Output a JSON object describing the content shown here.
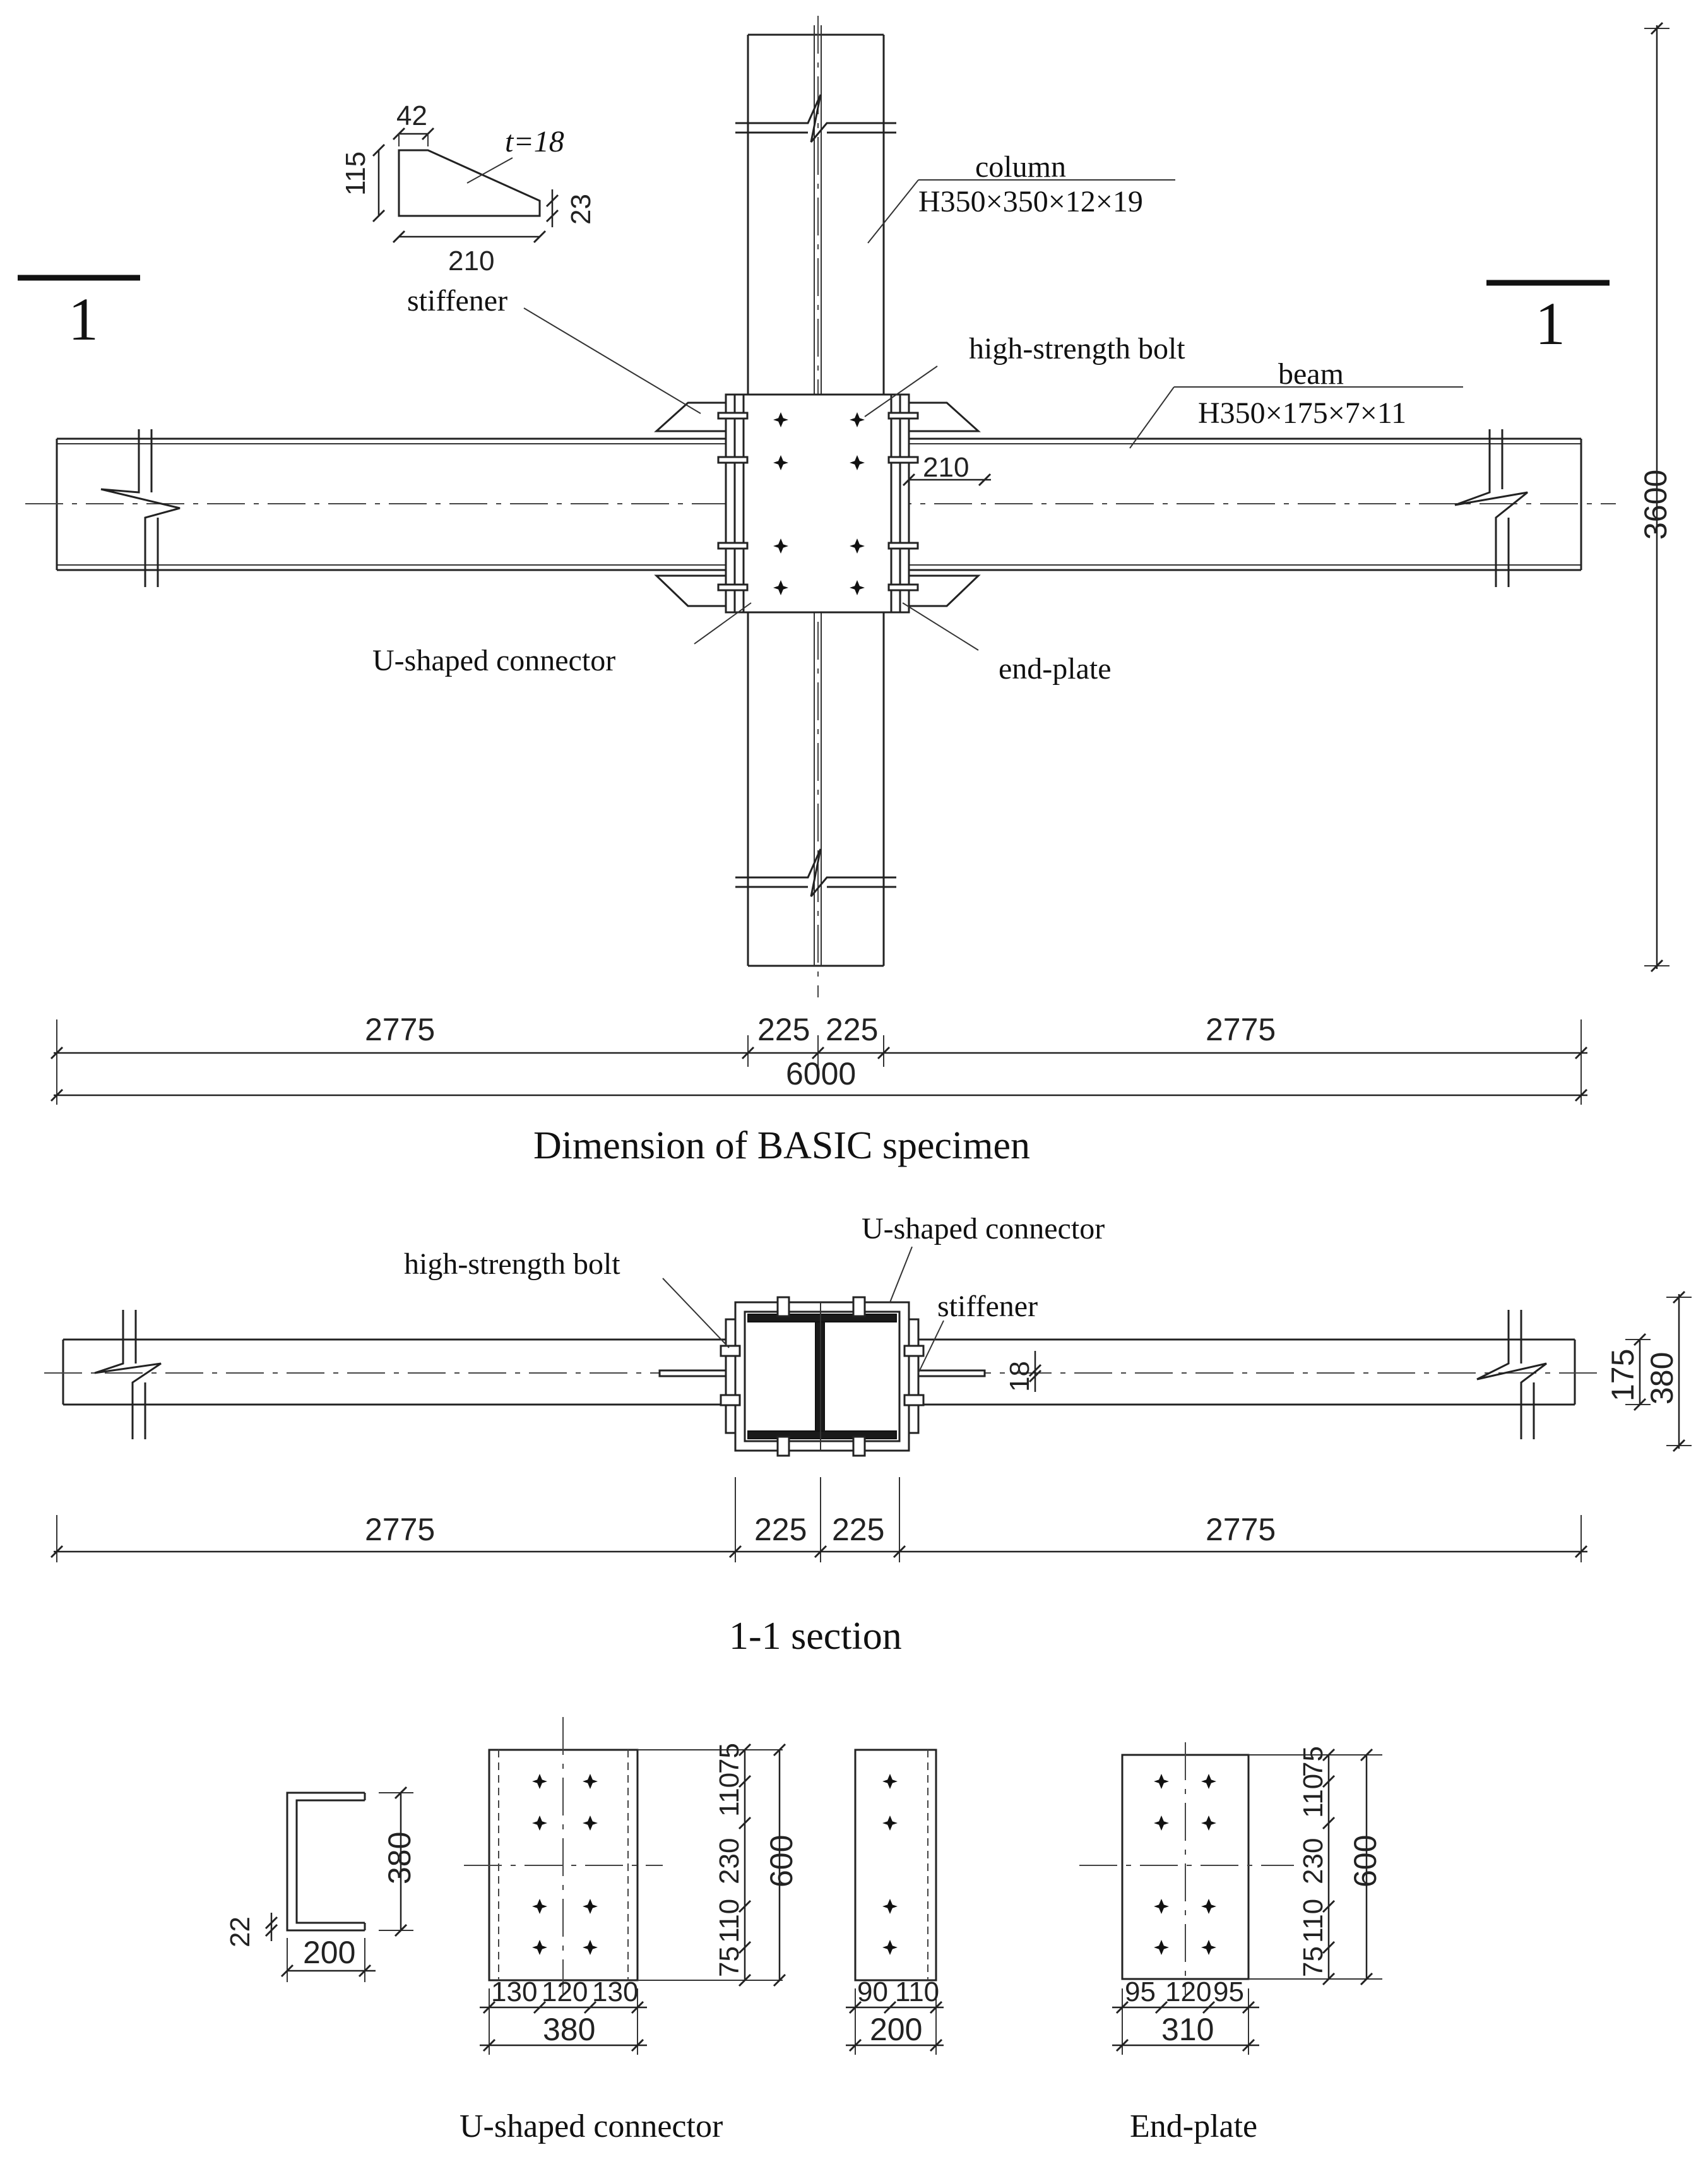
{
  "elevation": {
    "labels": {
      "column": "column",
      "column_section": "H350×350×12×19",
      "beam": "beam",
      "beam_section": "H350×175×7×11",
      "stiffener": "stiffener",
      "bolt": "high-strength bolt",
      "connector": "U-shaped connector",
      "endplate": "end-plate",
      "cut_left": "1",
      "cut_right": "1"
    },
    "stiffener_detail": {
      "top": "42",
      "thickness": "t=18",
      "height": "115",
      "edge": "23",
      "length": "210"
    },
    "dims": {
      "offset": "210",
      "height": "3600",
      "left": "2775",
      "half_left": "225",
      "half_right": "225",
      "right": "2775",
      "total": "6000"
    },
    "caption": "Dimension of BASIC specimen"
  },
  "section": {
    "labels": {
      "connector": "U-shaped connector",
      "bolt": "high-strength bolt",
      "stiffener": "stiffener"
    },
    "dims": {
      "stiff_t": "18",
      "beam_w": "175",
      "overall": "380",
      "left": "2775",
      "half_left": "225",
      "half_right": "225",
      "right": "2775"
    },
    "caption": "1-1 section"
  },
  "connector_detail": {
    "u_profile": {
      "height": "380",
      "thickness": "22",
      "width": "200"
    },
    "plate": {
      "v_75": "75",
      "v_110a": "110",
      "v_230": "230",
      "v_110b": "110",
      "v_75b": "75",
      "total": "600",
      "h1": "130",
      "h2": "120",
      "h3": "130",
      "width": "380"
    },
    "flange": {
      "h1": "90",
      "h2": "110",
      "width": "200"
    },
    "caption": "U-shaped connector"
  },
  "endplate_detail": {
    "v_75": "75",
    "v_110a": "110",
    "v_230": "230",
    "v_110b": "110",
    "v_75b": "75",
    "total": "600",
    "h1": "95",
    "h2": "120",
    "h3": "95",
    "width": "310",
    "caption": "End-plate"
  }
}
